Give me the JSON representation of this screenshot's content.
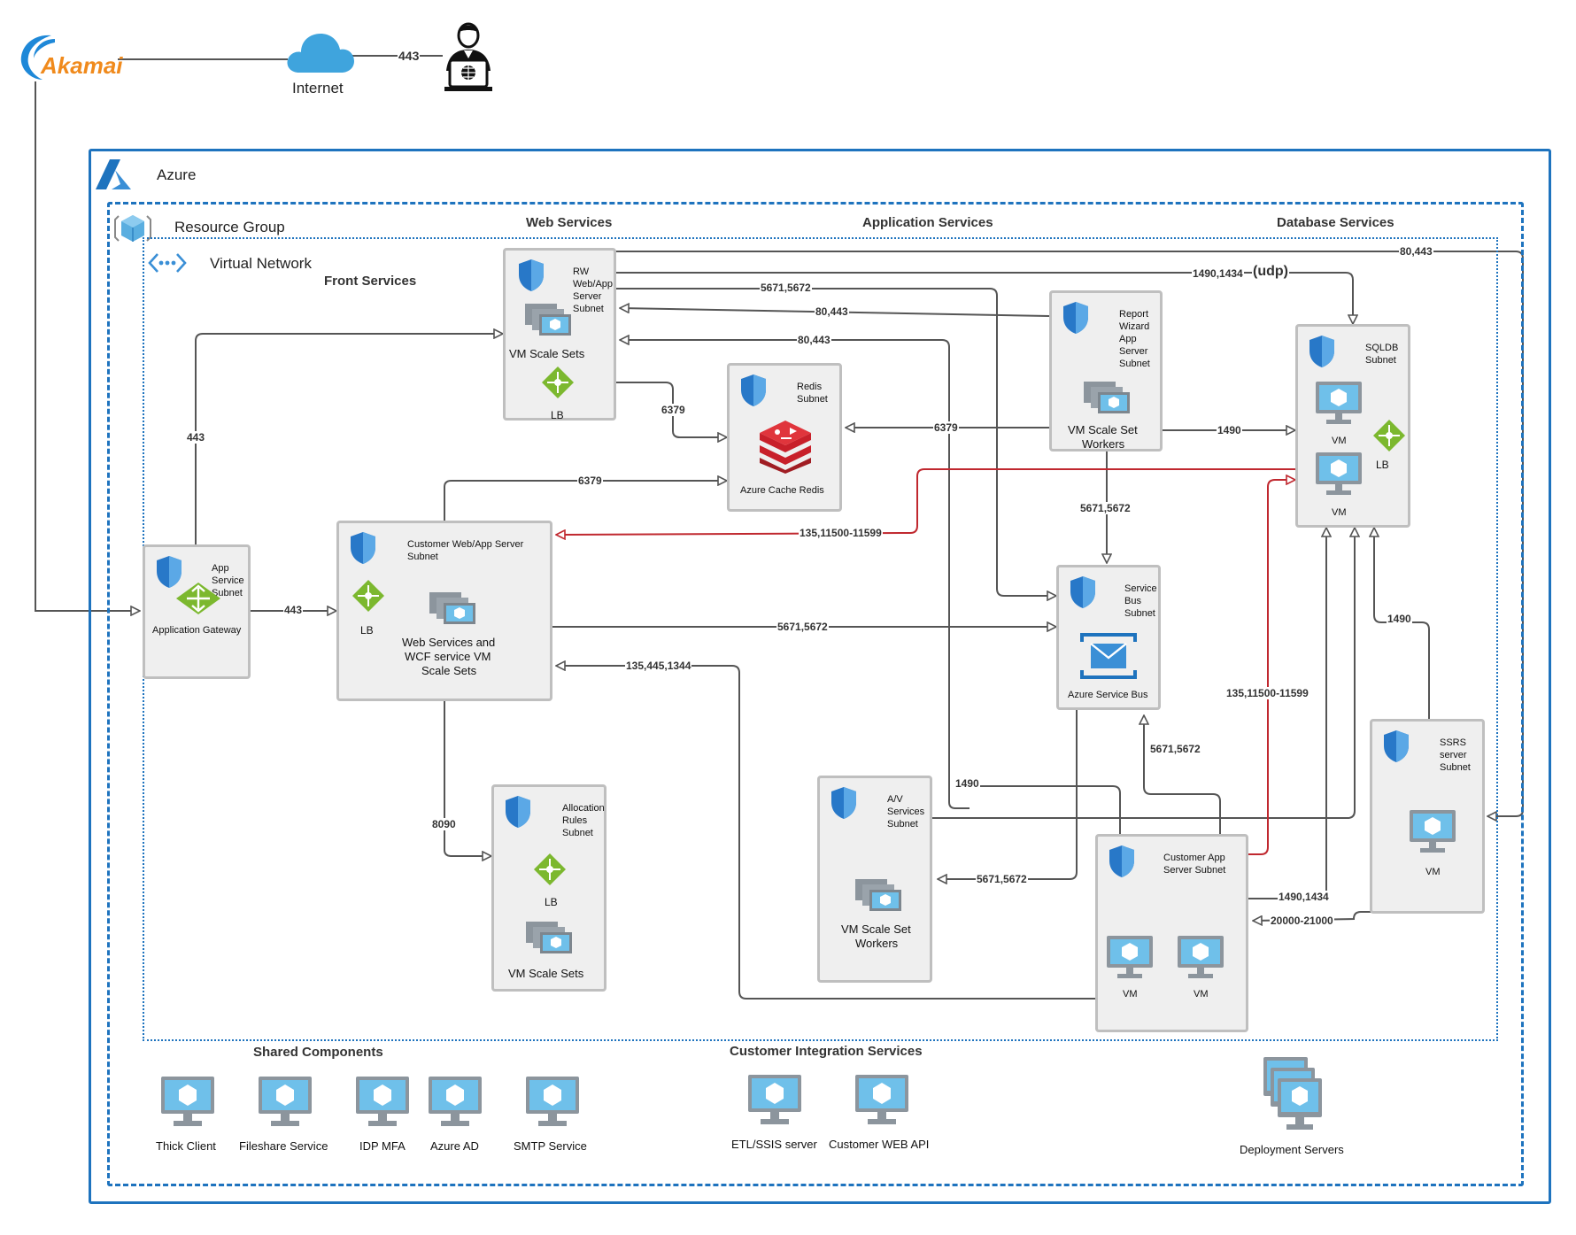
{
  "top": {
    "akamai": "Akamai",
    "internet": "Internet",
    "port_internet_user": "443"
  },
  "azure": {
    "label": "Azure"
  },
  "resource_group": {
    "label": "Resource Group"
  },
  "virtual_network": {
    "label": "Virtual Network"
  },
  "sections": {
    "front": "Front Services",
    "web": "Web Services",
    "app": "Application Services",
    "db": "Database Services",
    "shared": "Shared Components",
    "integration": "Customer Integration Services"
  },
  "nodes": {
    "app_gateway": {
      "subnet": [
        "App",
        "Service",
        "Subnet"
      ],
      "caption": "Application Gateway"
    },
    "rw_web": {
      "subnet": [
        "RW",
        "Web/App",
        "Server",
        "Subnet"
      ],
      "caption": "VM Scale Sets",
      "lb": "LB"
    },
    "redis": {
      "subnet": [
        "Redis",
        "Subnet"
      ],
      "caption": "Azure Cache Redis"
    },
    "report_wizard": {
      "subnet": [
        "Report",
        "Wizard",
        "App",
        "Server",
        "Subnet"
      ],
      "caption": [
        "VM Scale Set",
        "Workers"
      ]
    },
    "sqldb": {
      "subnet": [
        "SQLDB",
        "Subnet"
      ],
      "vm1": "VM",
      "vm2": "VM",
      "lb": "LB"
    },
    "customer_web": {
      "subnet": [
        "Customer Web/App Server",
        "Subnet"
      ],
      "lb": "LB",
      "caption": [
        "Web Services and",
        "WCF service VM",
        "Scale Sets"
      ]
    },
    "service_bus": {
      "subnet": [
        "Service",
        "Bus",
        "Subnet"
      ],
      "caption": "Azure Service Bus"
    },
    "allocation": {
      "subnet": [
        "Allocation",
        "Rules",
        "Subnet"
      ],
      "lb": "LB",
      "caption": "VM Scale Sets"
    },
    "av": {
      "subnet": [
        "A/V",
        "Services",
        "Subnet"
      ],
      "caption": [
        "VM Scale Set",
        "Workers"
      ]
    },
    "customer_app": {
      "subnet": [
        "Customer App",
        "Server Subnet"
      ],
      "vm1": "VM",
      "vm2": "VM"
    },
    "ssrs": {
      "subnet": [
        "SSRS",
        "server",
        "Subnet"
      ],
      "vm": "VM"
    }
  },
  "ports": {
    "p_80443_top": "80,443",
    "p_1490_1434_udp": "1490,1434",
    "p_udp": "(udp)",
    "p_5671_5672_a": "5671,5672",
    "p_80443_b": "80,443",
    "p_80443_c": "80,443",
    "p_443_gw_up": "443",
    "p_6379_a": "6379",
    "p_6379_b": "6379",
    "p_6379_c": "6379",
    "p_1490_rw": "1490",
    "p_5671_5672_b": "5671,5672",
    "p_135_red": "135,11500-11599",
    "p_443_gw": "443",
    "p_5671_5672_c": "5671,5672",
    "p_135_445": "135,445,1344",
    "p_1490_ssrs": "1490",
    "p_135_red_b": "135,11500-11599",
    "p_5671_5672_d": "5671,5672",
    "p_8090": "8090",
    "p_1490_av": "1490",
    "p_5671_5672_e": "5671,5672",
    "p_1490_1434": "1490,1434",
    "p_20000": "20000-21000"
  },
  "shared": [
    "Thick Client",
    "Fileshare Service",
    "IDP MFA",
    "Azure AD",
    "SMTP Service"
  ],
  "integration": [
    "ETL/SSIS server",
    "Customer WEB API"
  ],
  "deployment": "Deployment Servers",
  "colors": {
    "azure_blue": "#1e73be",
    "line": "#555555",
    "red": "#c0282f",
    "box_fill": "#efefef",
    "box_border": "#bfbfbf",
    "lb_green": "#7cb82f",
    "redis_red": "#c8202a"
  }
}
